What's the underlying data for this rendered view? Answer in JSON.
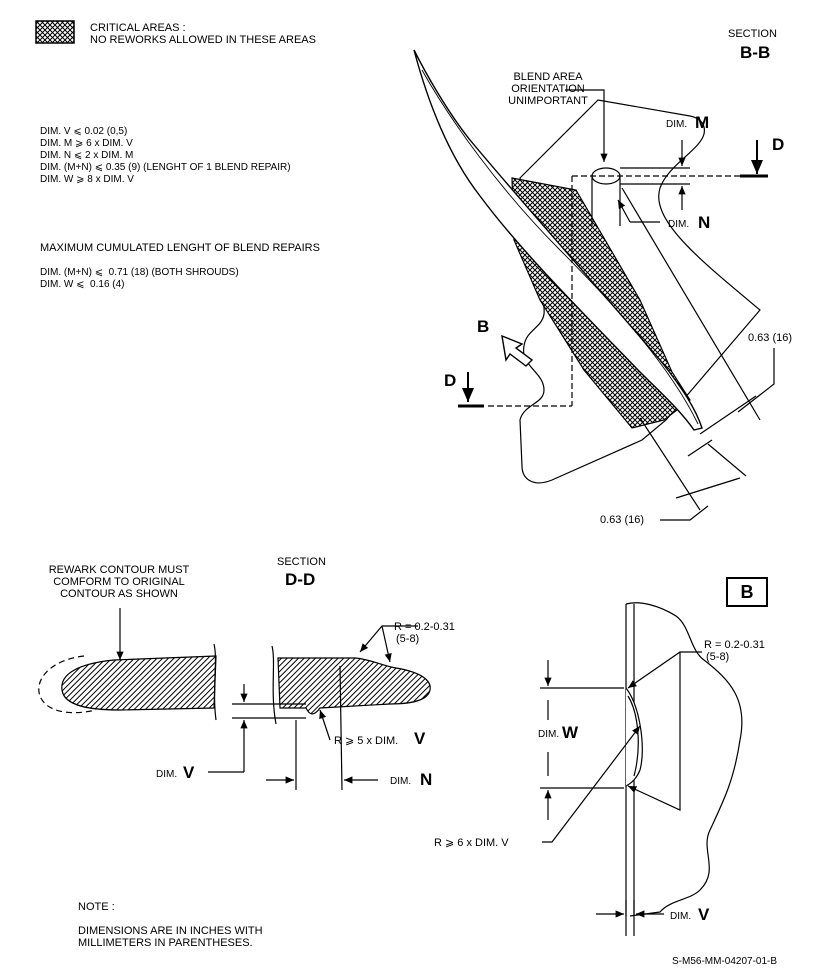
{
  "legend": {
    "line1": "CRITICAL AREAS :",
    "line2": "NO REWORKS ALLOWED IN THESE AREAS"
  },
  "limits": {
    "lines": [
      "DIM. V ⩽ 0.02 (0,5)",
      "DIM. M ⩾ 6 x DIM. V",
      "DIM. N ⩽ 2 x DIM. M",
      "DIM. (M+N) ⩽ 0.35 (9) (LENGHT OF 1 BLEND REPAIR)",
      "DIM. W ⩾ 8 x DIM. V"
    ],
    "cumulated_title": "MAXIMUM CUMULATED LENGHT OF BLEND REPAIRS",
    "cumulated_lines": [
      "DIM. (M+N) ⩽  0.71 (18) (BOTH SHROUDS)",
      "DIM. W ⩽  0.16 (4)"
    ]
  },
  "section_bb": {
    "label": "SECTION",
    "name": "B-B",
    "blend_note": [
      "BLEND AREA",
      "ORIENTATION",
      "UNIMPORTANT"
    ],
    "dim_m_prefix": "DIM.",
    "dim_m": "M",
    "dim_n_prefix": "DIM.",
    "dim_n": "N",
    "arrow_d_upper": "D",
    "arrow_d_lower": "D",
    "view_b": "B",
    "dim_upper": "0.63 (16)",
    "dim_lower": "0.63 (16)"
  },
  "section_dd": {
    "rework_note": [
      "REWARK CONTOUR MUST",
      "COMFORM TO ORIGINAL",
      "CONTOUR AS SHOWN"
    ],
    "label": "SECTION",
    "name": "D-D",
    "radius": [
      "R = 0.2-0.31",
      "(5-8)"
    ],
    "r_v": "R ⩾ 5 x DIM.",
    "r_v_bold": "V",
    "dim_v_prefix": "DIM.",
    "dim_v": "V",
    "dim_n_prefix": "DIM.",
    "dim_n": "N"
  },
  "view_b": {
    "box_label": "B",
    "radius": [
      "R = 0.2-0.31",
      "(5-8)"
    ],
    "dim_w_prefix": "DIM.",
    "dim_w": "W",
    "r_note": "R ⩾ 6 x DIM. V",
    "dim_v_prefix": "DIM.",
    "dim_v": "V"
  },
  "note": {
    "title": "NOTE :",
    "lines": [
      "DIMENSIONS ARE IN INCHES WITH",
      "MILLIMETERS IN PARENTHESES."
    ]
  },
  "drawing_ref": "S-M56-MM-04207-01-B"
}
